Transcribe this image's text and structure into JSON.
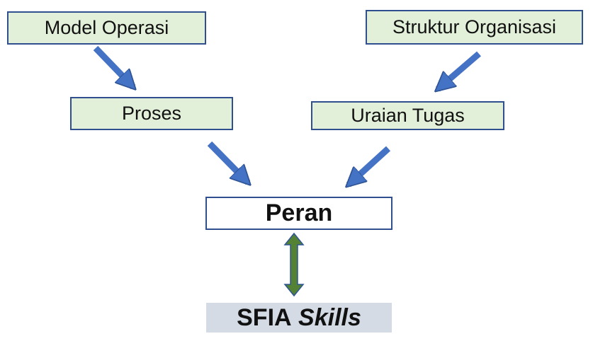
{
  "nodes": {
    "model_operasi": "Model Operasi",
    "proses": "Proses",
    "struktur_organisasi": "Struktur Organisasi",
    "uraian_tugas": "Uraian Tugas",
    "peran": "Peran",
    "sfia": "SFIA",
    "skills": "Skills"
  },
  "colors": {
    "arrow_blue": "#4472c4",
    "arrow_green": "#548235",
    "box_fill": "#e2efd9",
    "sfia_fill": "#d5dbe5"
  }
}
